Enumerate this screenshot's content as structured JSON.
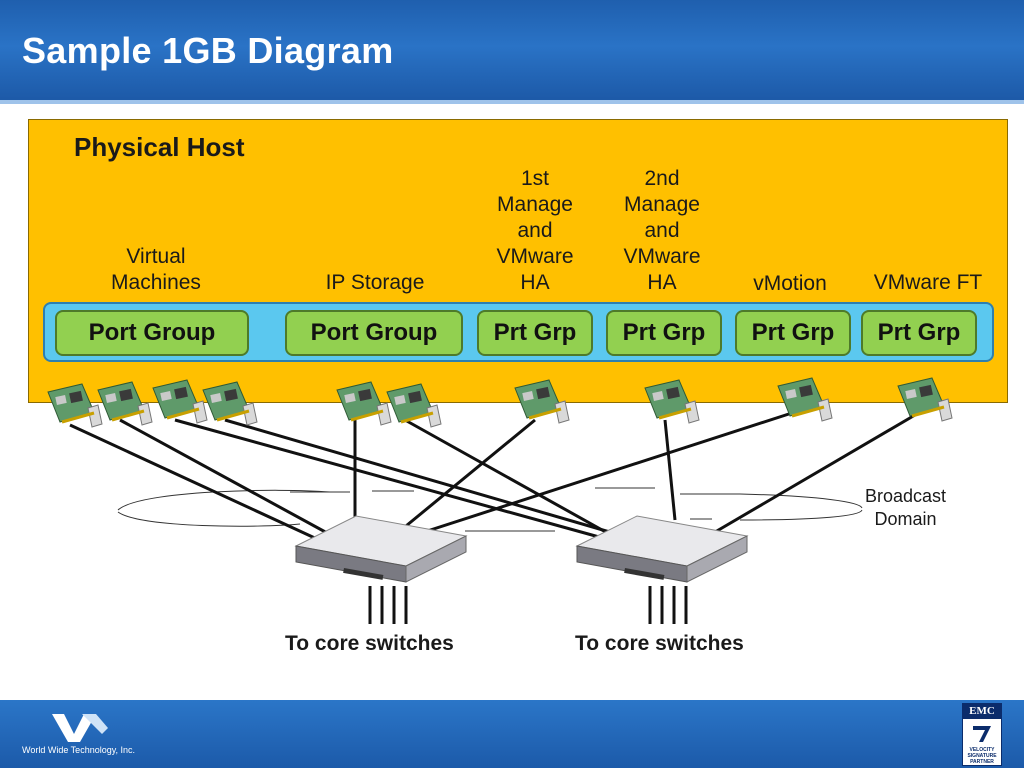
{
  "slide": {
    "title": "Sample 1GB Diagram"
  },
  "host": {
    "title": "Physical Host"
  },
  "columns": [
    {
      "label": "Virtual\nMachines",
      "group": "Port Group"
    },
    {
      "label": "IP Storage",
      "group": "Port Group"
    },
    {
      "label": "1st\nManage\nand\nVMware\nHA",
      "group": "Prt Grp"
    },
    {
      "label": "2nd\nManage\nand\nVMware\nHA",
      "group": "Prt Grp"
    },
    {
      "label": "vMotion",
      "group": "Prt Grp"
    },
    {
      "label": "VMware FT",
      "group": "Prt Grp"
    }
  ],
  "annotations": {
    "broadcast_domain": "Broadcast\nDomain",
    "to_core_left": "To core switches",
    "to_core_right": "To core switches"
  },
  "footer": {
    "company": "World Wide Technology, Inc.",
    "badge_brand": "EMC",
    "badge_line1": "VELOCITY",
    "badge_line2": "SIGNATURE",
    "badge_line3": "PARTNER"
  },
  "colors": {
    "host": "#ffc000",
    "vswitch": "#5bc8ef",
    "port_group": "#92d050",
    "header": "#1f5fae"
  }
}
